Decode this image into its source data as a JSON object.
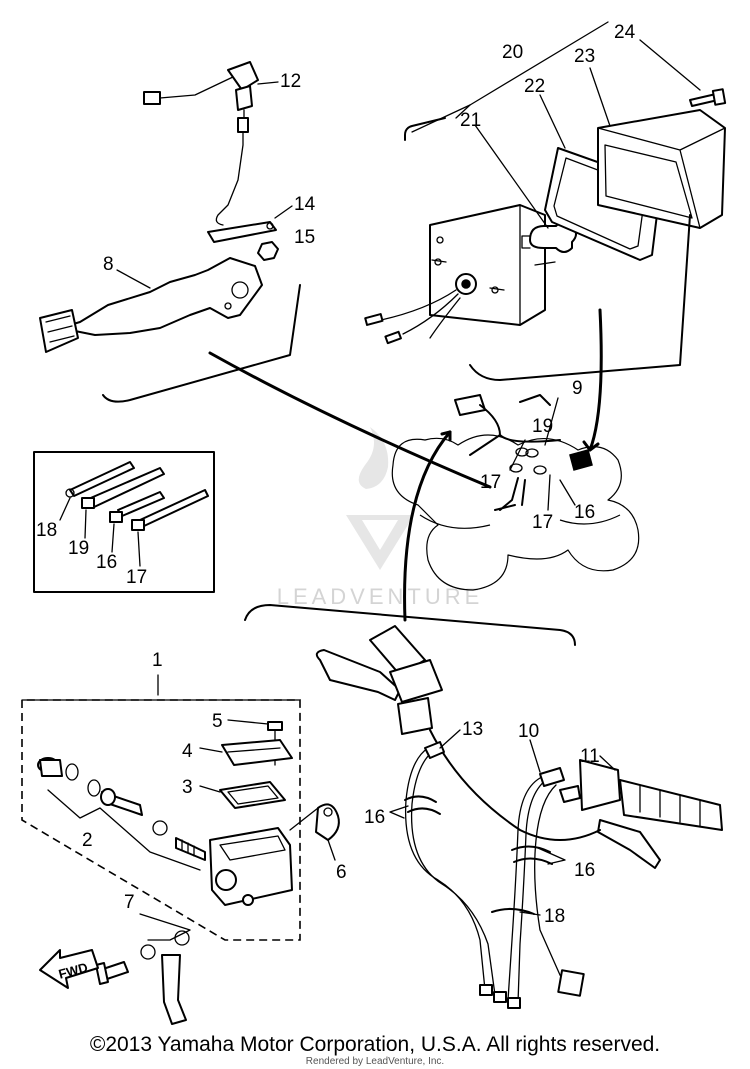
{
  "diagram": {
    "callouts": [
      "1",
      "2",
      "3",
      "4",
      "5",
      "6",
      "7",
      "8",
      "9",
      "10",
      "11",
      "12",
      "13",
      "14",
      "15",
      "16",
      "17",
      "18",
      "19",
      "20",
      "21",
      "22",
      "23",
      "24"
    ],
    "fwd_label": "FWD",
    "watermark": "LEADVENTURE"
  },
  "footer": {
    "copyright": "©2013 Yamaha Motor Corporation, U.S.A. All rights reserved.",
    "rendered_by": "Rendered by LeadVenture, Inc."
  }
}
